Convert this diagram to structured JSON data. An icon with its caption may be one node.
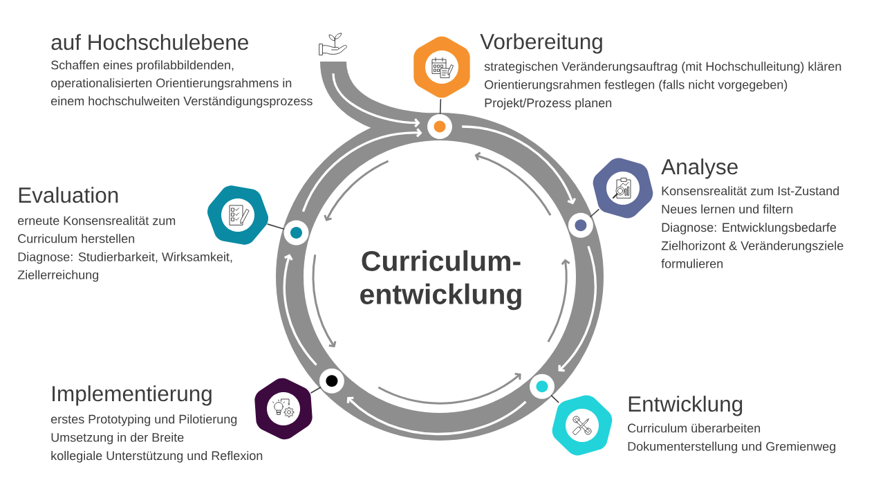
{
  "diagram": {
    "nodes": [
      {
        "text": [],
        "shape": "picture",
        "beside": [
          "auf Hochschulebene",
          "Schaffen eines profilabbildenden, operationalisierten Orientierungsrahmens in einem hochschulweiten Verständigungsprozess"
        ]
      },
      {
        "text": [
          "Vorbereitung",
          "strategischen Veränderungsauftrag (mit Hochschulleitung) klären",
          "Orientierungsrahmen festlegen (falls nicht vorgegeben)",
          "Projekt/Prozess planen"
        ]
      },
      {
        "text": [
          "Analyse",
          "Konsensrealität zum Ist-Zustand",
          "Neues lernen und filtern",
          "Diagnose: Entwicklungsbedarfe",
          "Zielhorizont & Veränderungsziele formulieren"
        ]
      },
      {
        "text": [
          "Entwicklung",
          "Curriculum überarbeiten",
          "Dokumenterstellung und Gremienweg"
        ]
      },
      {
        "text": [
          "Implementierung",
          "erstes Prototyping und Pilotierung",
          "Umsetzung in der Breite",
          "kollegiale Unterstützung und Reflexion"
        ]
      },
      {
        "text": [
          "Evaluation",
          "erneute Konsensrealität zum Curriculum herstellen",
          "Diagnose: Studierbarkeit, Wirksamkeit, Ziellerreichung"
        ]
      },
      {
        "text": [],
        "shape": "circle"
      },
      {
        "text": [],
        "shape": "circle"
      },
      {
        "text": [],
        "shape": "circle"
      },
      {
        "text": [],
        "shape": "circle"
      },
      {
        "text": [],
        "shape": "circle"
      }
    ],
    "edges": [
      {
        "from": 0,
        "to": 6,
        "arrow": "to"
      },
      {
        "from": 1,
        "to": 6,
        "arrow": "none",
        "color": "#404040"
      },
      {
        "from": 2,
        "to": 7,
        "arrow": "none",
        "color": "#404040"
      },
      {
        "from": 3,
        "to": 8,
        "arrow": "none",
        "color": "#404040"
      },
      {
        "from": 4,
        "to": 9,
        "arrow": "none",
        "color": "#404040"
      },
      {
        "from": 5,
        "to": 10,
        "arrow": "none",
        "color": "#404040"
      },
      {
        "from": 6,
        "to": 7,
        "arrow": "to"
      },
      {
        "from": 7,
        "to": 8,
        "arrow": "to"
      },
      {
        "from": 8,
        "to": 9,
        "arrow": "to"
      },
      {
        "from": 9,
        "to": 10,
        "arrow": "to"
      },
      {
        "from": 10,
        "to": 6,
        "arrow": "to"
      }
    ],
    "labels": [
      "Curriculum- entwicklung"
    ]
  }
}
